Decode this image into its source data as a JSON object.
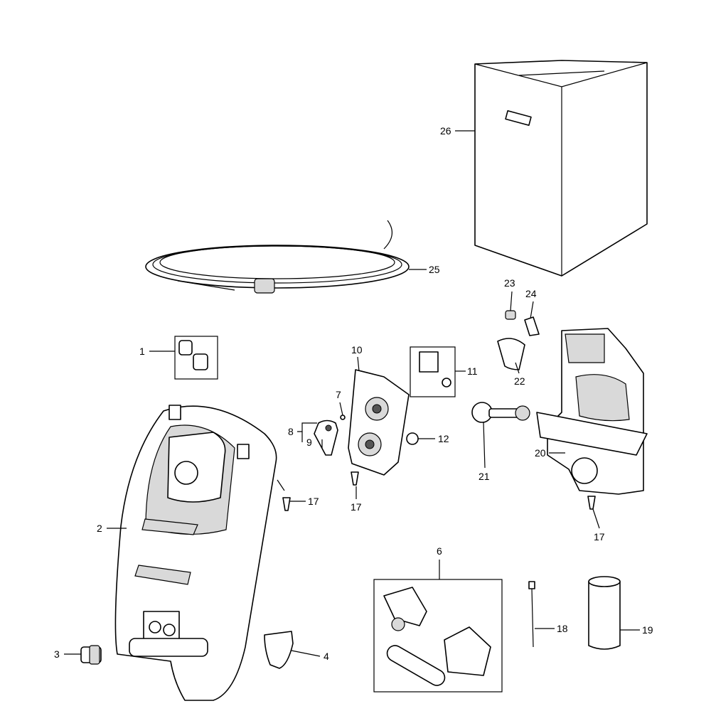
{
  "diagram": {
    "callouts": {
      "p1": "1",
      "p2": "2",
      "p3": "3",
      "p4": "4",
      "p6": "6",
      "p7": "7",
      "p8": "8",
      "p9": "9",
      "p10": "10",
      "p11": "11",
      "p12": "12",
      "p17a": "17",
      "p17b": "17",
      "p17c": "17",
      "p18": "18",
      "p19": "19",
      "p20": "20",
      "p21": "21",
      "p22": "22",
      "p23": "23",
      "p24": "24",
      "p25": "25",
      "p26": "26"
    }
  }
}
